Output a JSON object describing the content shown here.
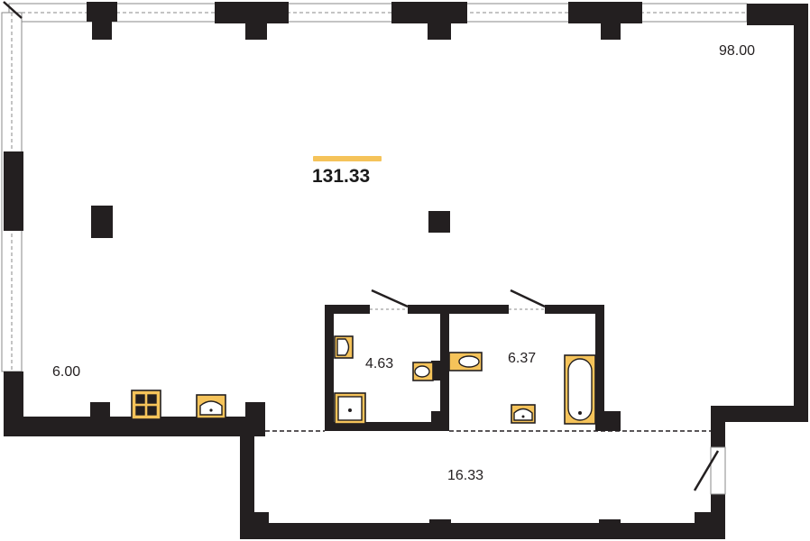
{
  "plan": {
    "total_area": "131.33",
    "accent_color": "#f5c35a",
    "wall_color": "#231f20",
    "rooms": [
      {
        "id": "corner",
        "area": "98.00"
      },
      {
        "id": "left",
        "area": "6.00"
      },
      {
        "id": "bathroom-1",
        "area": "4.63"
      },
      {
        "id": "bathroom-2",
        "area": "6.37"
      },
      {
        "id": "terrace",
        "area": "16.33"
      }
    ]
  }
}
